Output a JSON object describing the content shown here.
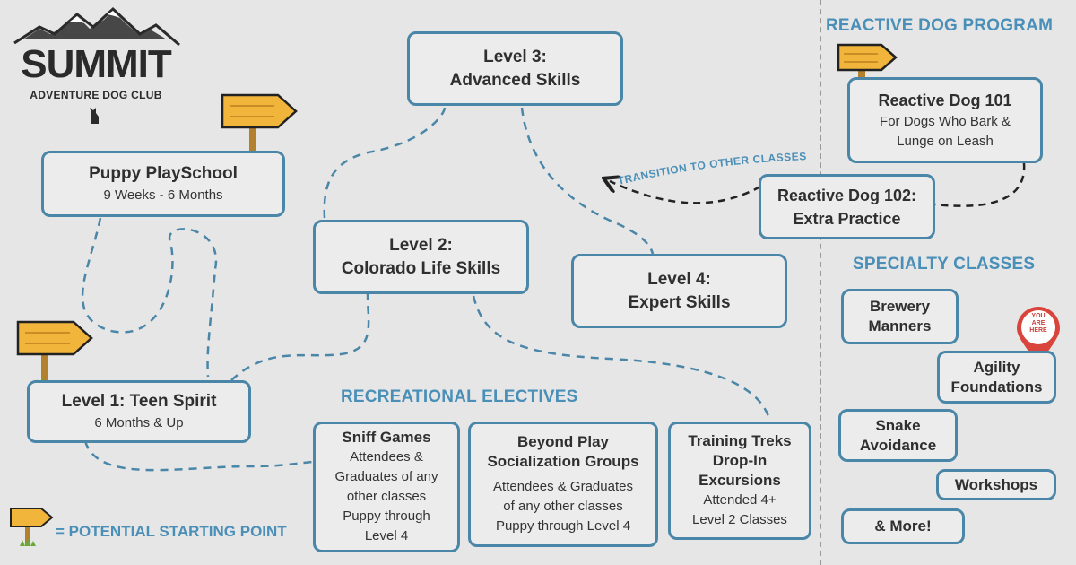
{
  "logo": {
    "title": "SUMMIT",
    "subtitle": "ADVENTURE DOG CLUB"
  },
  "core_classes": {
    "puppy": {
      "title": "Puppy PlaySchool",
      "subtitle": "9 Weeks - 6 Months"
    },
    "level1": {
      "title": "Level 1: Teen Spirit",
      "subtitle": "6 Months & Up"
    },
    "level2": {
      "title_line1": "Level 2:",
      "title_line2": "Colorado Life Skills"
    },
    "level3": {
      "title_line1": "Level 3:",
      "title_line2": "Advanced Skills"
    },
    "level4": {
      "title_line1": "Level 4:",
      "title_line2": "Expert Skills"
    }
  },
  "recreational": {
    "heading": "RECREATIONAL ELECTIVES",
    "sniff": {
      "title": "Sniff Games",
      "lines": [
        "Attendees &",
        "Graduates of any",
        "other classes",
        "Puppy through",
        "Level 4"
      ]
    },
    "beyond": {
      "title_line1": "Beyond Play",
      "title_line2": "Socialization Groups",
      "lines": [
        "Attendees & Graduates",
        "of any other classes",
        "Puppy through Level 4"
      ]
    },
    "treks": {
      "title_line1": "Training Treks",
      "title_line2": "Drop-In",
      "title_line3": "Excursions",
      "lines": [
        "Attended 4+",
        "Level 2 Classes"
      ]
    }
  },
  "reactive": {
    "heading": "REACTIVE DOG PROGRAM",
    "r101": {
      "title": "Reactive Dog 101",
      "lines": [
        "For Dogs Who Bark &",
        "Lunge on Leash"
      ]
    },
    "r102": {
      "title_line1": "Reactive Dog 102:",
      "title_line2": "Extra Practice"
    },
    "transition_label": "TRANSITION TO OTHER CLASSES"
  },
  "specialty": {
    "heading": "SPECIALTY CLASSES",
    "brewery": {
      "line1": "Brewery",
      "line2": "Manners"
    },
    "agility": {
      "line1": "Agility",
      "line2": "Foundations"
    },
    "snake": {
      "line1": "Snake",
      "line2": "Avoidance"
    },
    "workshops": {
      "line1": "Workshops"
    },
    "more": {
      "line1": "& More!"
    }
  },
  "you_are_here": {
    "line1": "YOU",
    "line2": "ARE",
    "line3": "HERE"
  },
  "legend": {
    "text": "= POTENTIAL STARTING POINT"
  },
  "colors": {
    "accent": "#4a86a8",
    "heading": "#4a8fb8",
    "sign_wood": "#f0b43a",
    "pin": "#d9453c",
    "background": "#e6e6e6"
  }
}
